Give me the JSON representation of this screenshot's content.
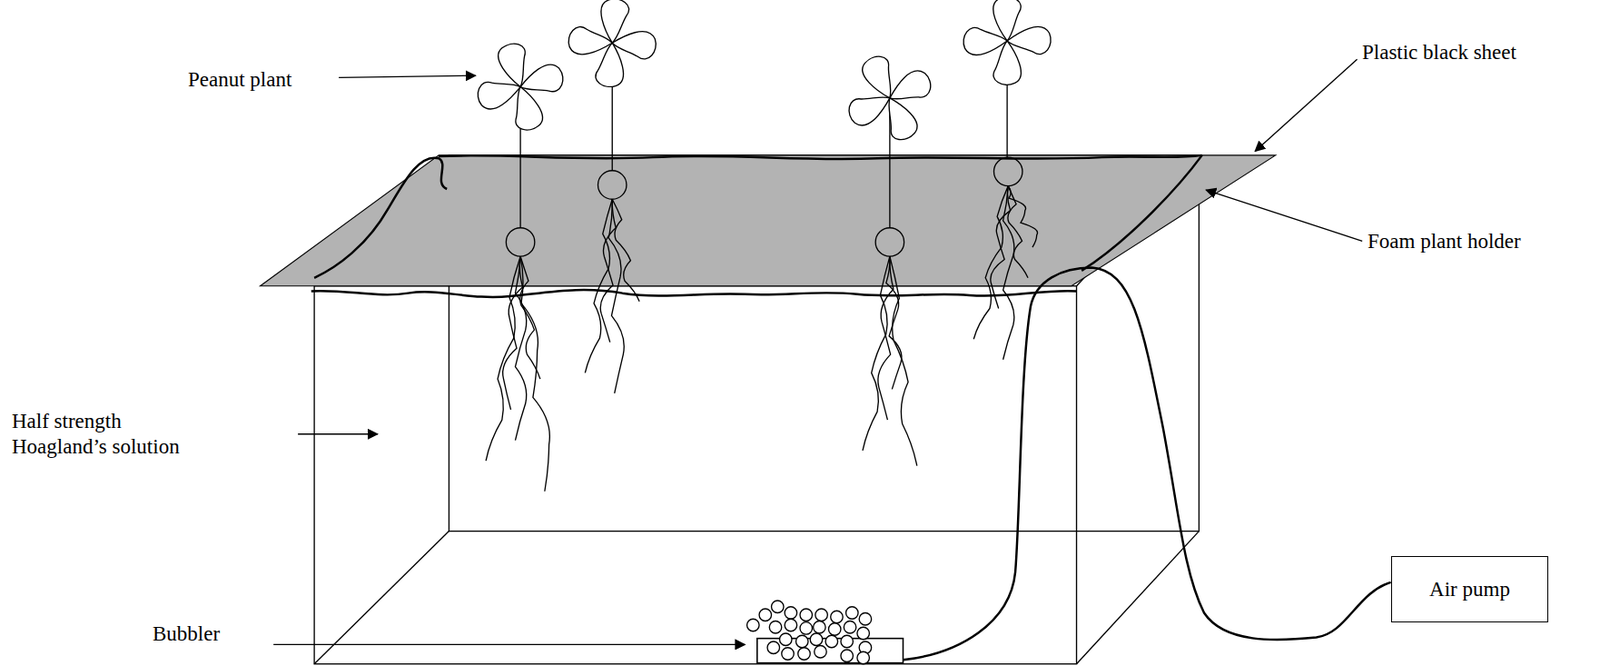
{
  "diagram": {
    "nodes": [
      {
        "text": [
          "Air pump"
        ]
      }
    ],
    "edges": [],
    "labels": [
      "Peanut plant",
      "Plastic black sheet",
      "Foam plant holder",
      "Half strength Hoagland’s solution",
      "Bubbler"
    ]
  }
}
